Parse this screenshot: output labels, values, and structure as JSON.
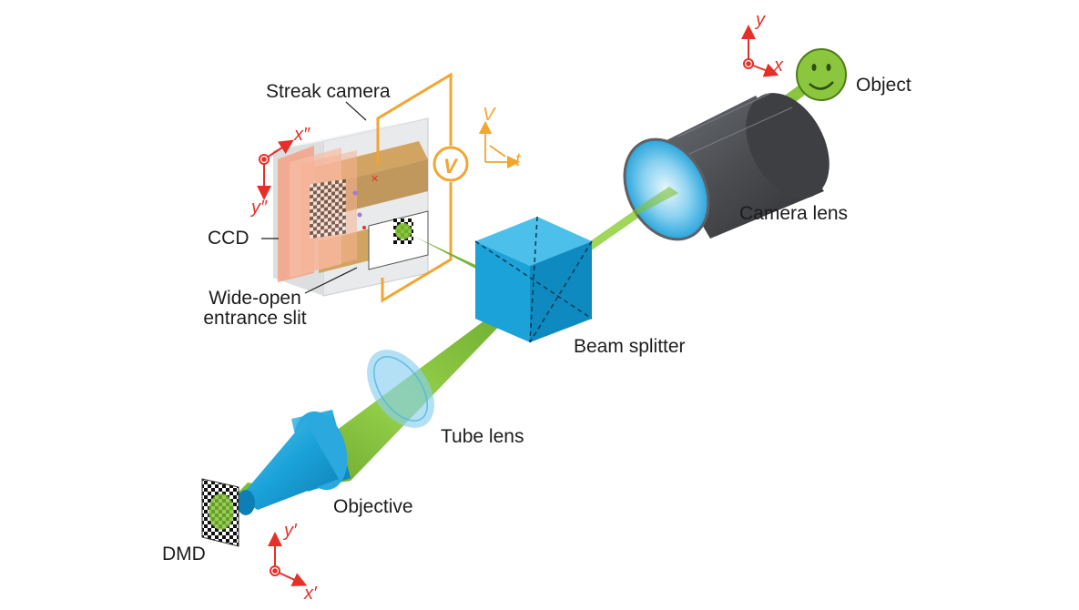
{
  "labels": {
    "streak_camera": "Streak camera",
    "ccd": "CCD",
    "slit_line1": "Wide-open",
    "slit_line2": "entrance slit",
    "beam_splitter": "Beam splitter",
    "camera_lens": "Camera lens",
    "object": "Object",
    "tube_lens": "Tube lens",
    "objective": "Objective",
    "dmd": "DMD"
  },
  "axes": {
    "object": {
      "x": "x",
      "y": "y"
    },
    "streak": {
      "x": "x″",
      "y": "y″"
    },
    "dmd": {
      "x": "x′",
      "y": "y′"
    },
    "sweep": {
      "v": "V",
      "t": "t",
      "voltmeter": "V"
    }
  },
  "colors": {
    "beam_green": "#7dbf2e",
    "prism_blue": "#1aa2d9",
    "lens_gray": "#5e6063",
    "sweep_orange": "#f2a531",
    "axis_red": "#e5302a",
    "ccd_salmon": "#f2a589",
    "tan": "#c89a55"
  }
}
